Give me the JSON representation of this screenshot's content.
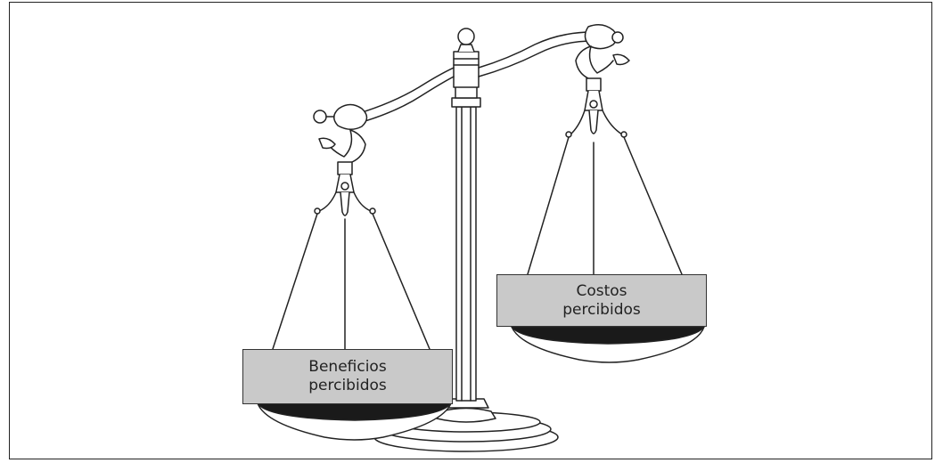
{
  "diagram": {
    "type": "balance-scale",
    "left_pan": {
      "line1": "Beneficios",
      "line2": "percibidos",
      "position": "lower"
    },
    "right_pan": {
      "line1": "Costos",
      "line2": "percibidos",
      "position": "higher"
    },
    "colors": {
      "label_fill": "#c9c9c9",
      "pan_fill": "#1a1a1a",
      "stroke": "#222222"
    }
  }
}
